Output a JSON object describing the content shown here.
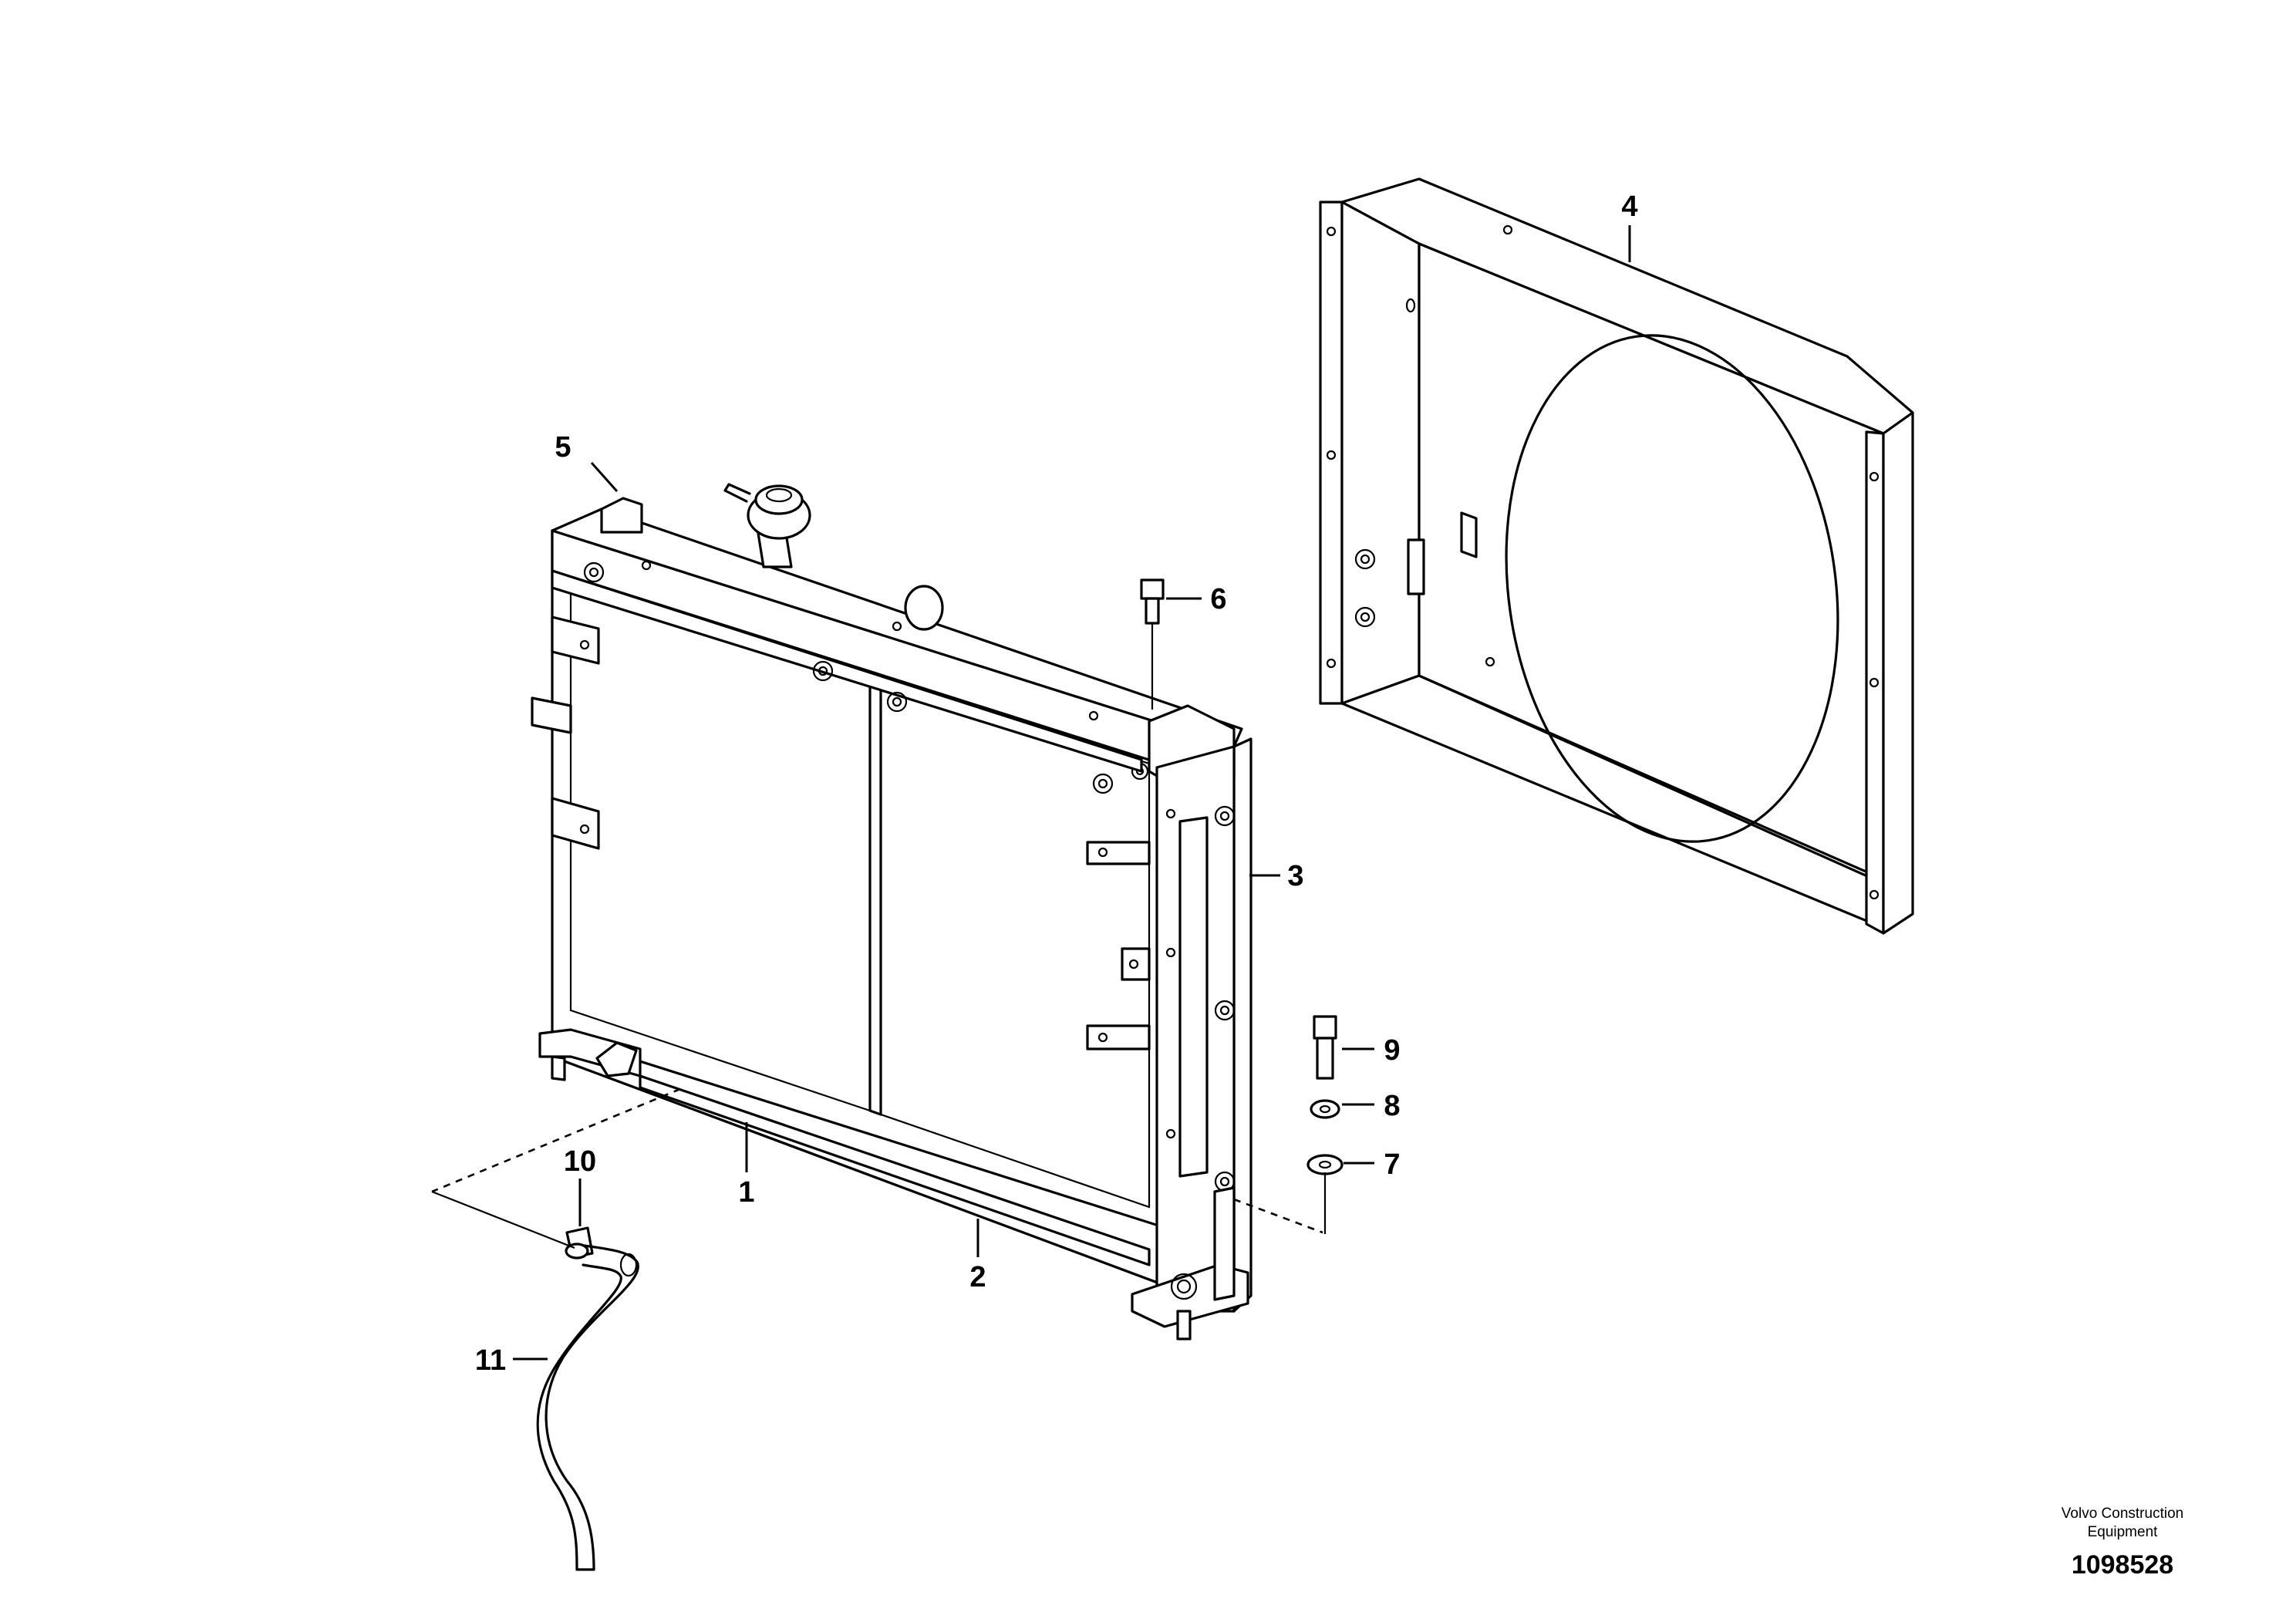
{
  "callouts": {
    "c1": "1",
    "c2": "2",
    "c3": "3",
    "c4": "4",
    "c5": "5",
    "c6": "6",
    "c7": "7",
    "c8": "8",
    "c9": "9",
    "c10": "10",
    "c11": "11"
  },
  "footer": {
    "company_line1": "Volvo Construction",
    "company_line2": "Equipment",
    "document_number": "1098528"
  }
}
